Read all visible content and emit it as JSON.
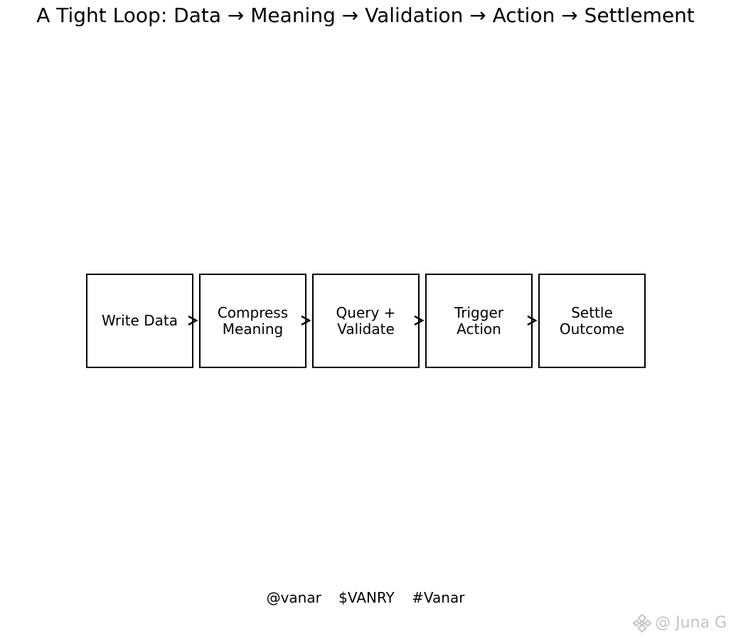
{
  "title": "A Tight Loop: Data → Meaning → Validation → Action → Settlement",
  "steps": [
    {
      "label": "Write Data"
    },
    {
      "label": "Compress\nMeaning"
    },
    {
      "label": "Query +\nValidate"
    },
    {
      "label": "Trigger\nAction"
    },
    {
      "label": "Settle\nOutcome"
    }
  ],
  "arrows": [
    "arrow-right-icon",
    "arrow-right-icon",
    "arrow-right-icon",
    "arrow-right-icon"
  ],
  "tags": [
    "@vanar",
    "$VANRY",
    "#Vanar"
  ],
  "watermark": {
    "icon": "binance-logo-icon",
    "text": "@ Juna G",
    "color": "#c4c4c4"
  },
  "colors": {
    "stroke": "#000000",
    "background": "#ffffff"
  }
}
